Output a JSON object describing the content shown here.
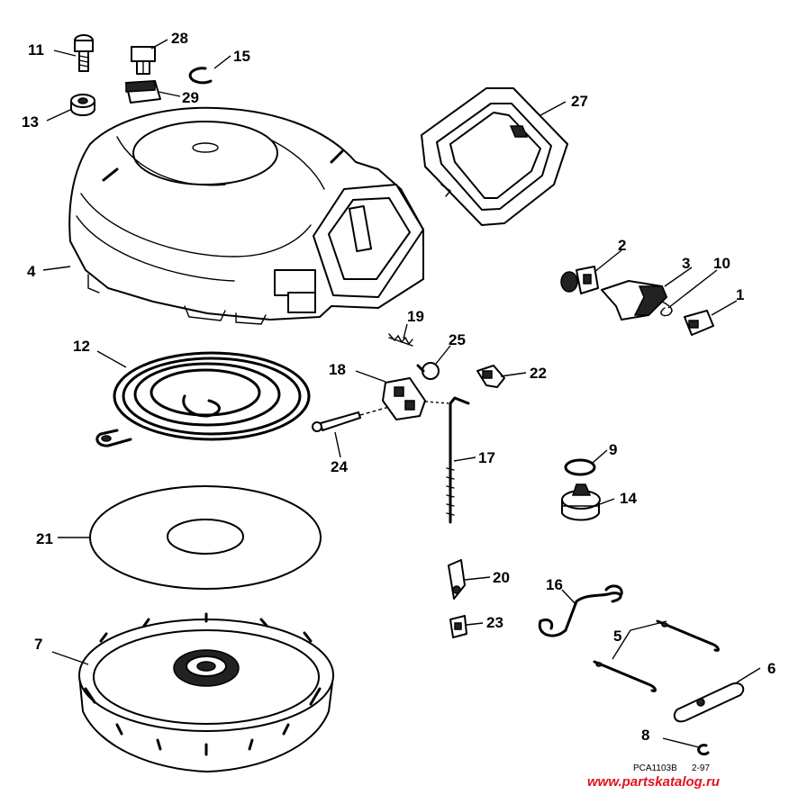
{
  "callouts": {
    "c1": "1",
    "c2": "2",
    "c3": "3",
    "c4": "4",
    "c5": "5",
    "c6": "6",
    "c7": "7",
    "c8": "8",
    "c9": "9",
    "c10": "10",
    "c11": "11",
    "c12": "12",
    "c13": "13",
    "c14": "14",
    "c15": "15",
    "c16": "16",
    "c17": "17",
    "c18": "18",
    "c19": "19",
    "c20": "20",
    "c21": "21",
    "c22": "22",
    "c23": "23",
    "c24": "24",
    "c25": "25",
    "c27": "27",
    "c28": "28",
    "c29": "29"
  },
  "footer": {
    "drawing_code": "PCA1103B",
    "date_code": "2-97",
    "watermark": "www.partskatalog.ru"
  }
}
